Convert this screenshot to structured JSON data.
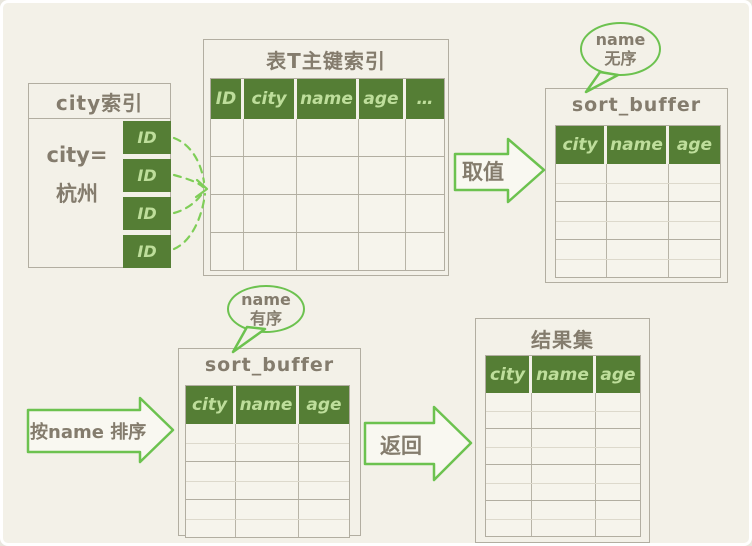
{
  "city_index": {
    "title": "city索引",
    "filter_line1": "city=",
    "filter_line2": "杭州",
    "id_cells": [
      "ID",
      "ID",
      "ID",
      "ID"
    ]
  },
  "primary_index": {
    "title": "表T主键索引",
    "columns": [
      "ID",
      "city",
      "name",
      "age",
      "…"
    ],
    "empty_rows": 4
  },
  "sort_buffer_top": {
    "title": "sort_buffer",
    "columns": [
      "city",
      "name",
      "age"
    ],
    "empty_rows": 3
  },
  "sort_buffer_bottom": {
    "title": "sort_buffer",
    "columns": [
      "city",
      "name",
      "age"
    ],
    "empty_rows": 3
  },
  "result_set": {
    "title": "结果集",
    "columns": [
      "city",
      "name",
      "age"
    ],
    "empty_rows": 4
  },
  "bubble_top": {
    "line1": "name",
    "line2": "无序"
  },
  "bubble_bottom": {
    "line1": "name",
    "line2": "有序"
  },
  "arrows": {
    "fetch_label": "取值",
    "sort_label": "按name 排序",
    "return_label": "返回"
  },
  "colors": {
    "background": "#f3f1e8",
    "table_header_green": "#557e35",
    "header_text_green": "#bede9b",
    "accent_green": "#6cc24f",
    "dashed_line_green": "#7fce58",
    "text_gray": "#847c6d",
    "border_gray": "#b2aea1"
  }
}
